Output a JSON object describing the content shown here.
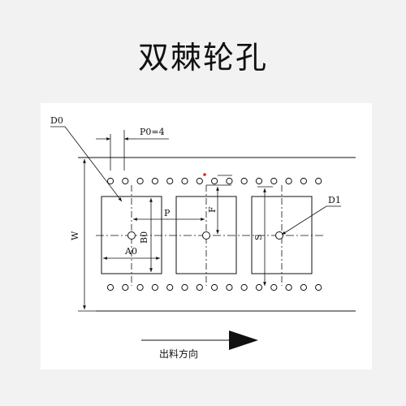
{
  "title": "双棘轮孔",
  "labels": {
    "d0": "D0",
    "p0": "P0=4",
    "p": "P",
    "f": "F",
    "w": "W",
    "b0": "B0",
    "a0": "A0",
    "s": "S",
    "d1": "D1"
  },
  "direction_label": "出料方向",
  "colors": {
    "line": "#111111",
    "accent_dot": "#e02020",
    "panel": "#ffffff",
    "background": "#f2f2f2"
  }
}
